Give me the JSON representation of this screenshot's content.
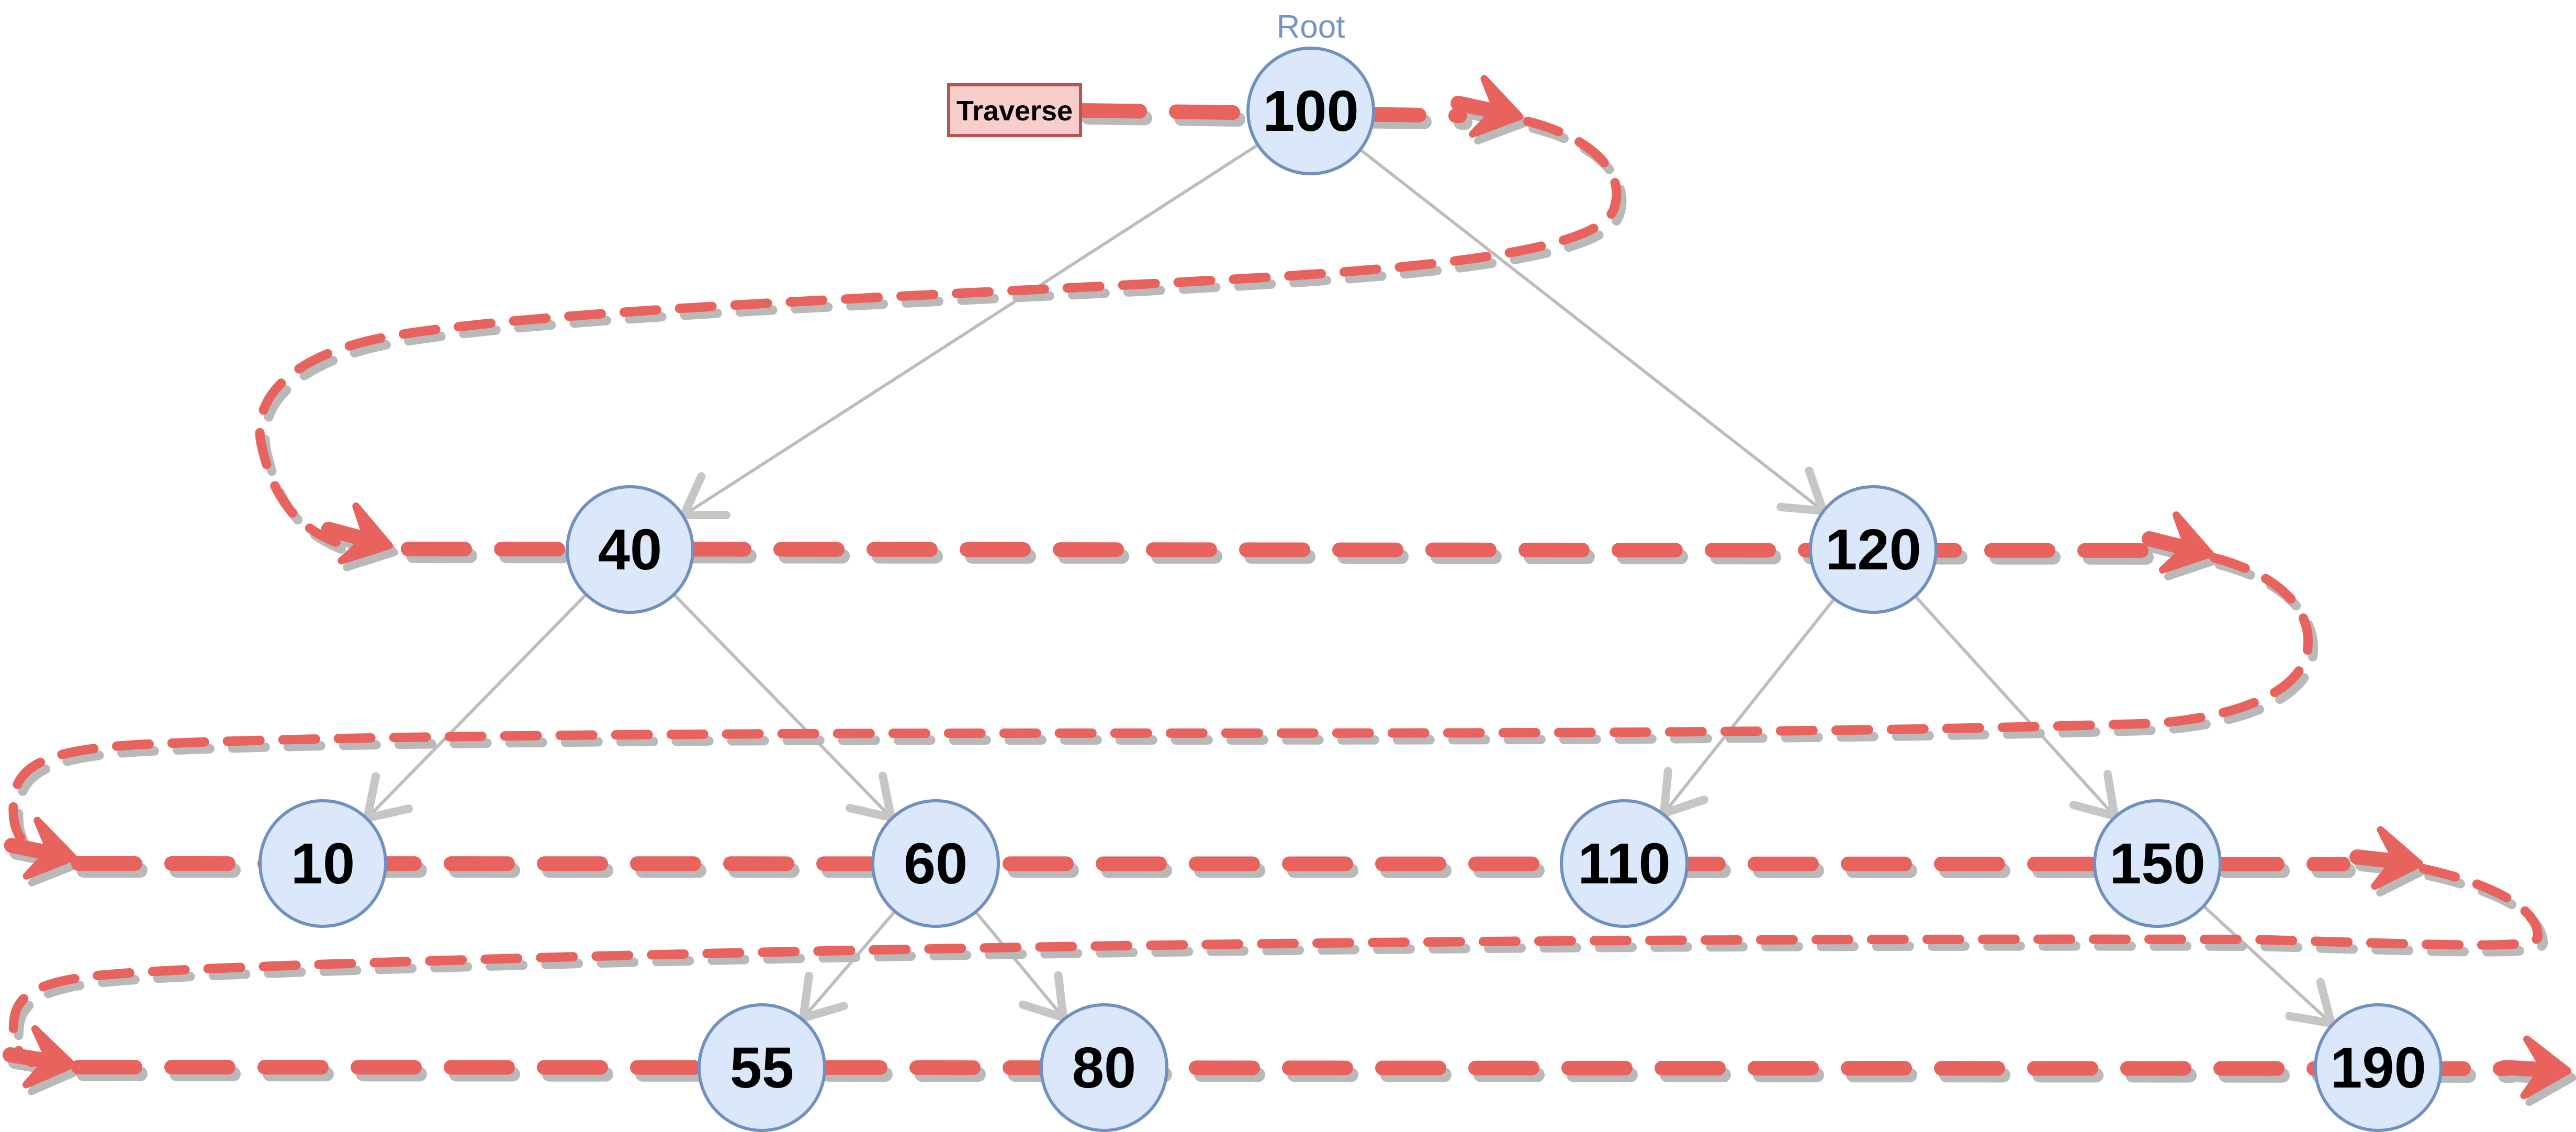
{
  "diagram": {
    "root_label": "Root",
    "traverse_label": "Traverse",
    "nodes": [
      {
        "value": "100",
        "level": 0
      },
      {
        "value": "40",
        "level": 1
      },
      {
        "value": "120",
        "level": 1
      },
      {
        "value": "10",
        "level": 2
      },
      {
        "value": "60",
        "level": 2
      },
      {
        "value": "110",
        "level": 2
      },
      {
        "value": "150",
        "level": 2
      },
      {
        "value": "55",
        "level": 3
      },
      {
        "value": "80",
        "level": 3
      },
      {
        "value": "190",
        "level": 3
      }
    ],
    "edges": [
      {
        "from": "100",
        "to": "40"
      },
      {
        "from": "100",
        "to": "120"
      },
      {
        "from": "40",
        "to": "10"
      },
      {
        "from": "40",
        "to": "60"
      },
      {
        "from": "120",
        "to": "110"
      },
      {
        "from": "120",
        "to": "150"
      },
      {
        "from": "60",
        "to": "55"
      },
      {
        "from": "60",
        "to": "80"
      },
      {
        "from": "150",
        "to": "190"
      }
    ],
    "traversal_order": [
      "100",
      "40",
      "120",
      "10",
      "60",
      "110",
      "150",
      "55",
      "80",
      "190"
    ],
    "colors": {
      "node_fill": "#dbe8fc",
      "node_border": "#7090c0",
      "tree_edge_gray": "#bdbdbd",
      "arrowhead_gray": "#c6c6c6",
      "traversal_red": "#e8635e",
      "traversal_shadow": "#b9b9b9",
      "traverse_box_fill": "#f8cecc",
      "traverse_box_border": "#b85450",
      "root_label_color": "#7495c8",
      "node_text": "#000000"
    }
  }
}
